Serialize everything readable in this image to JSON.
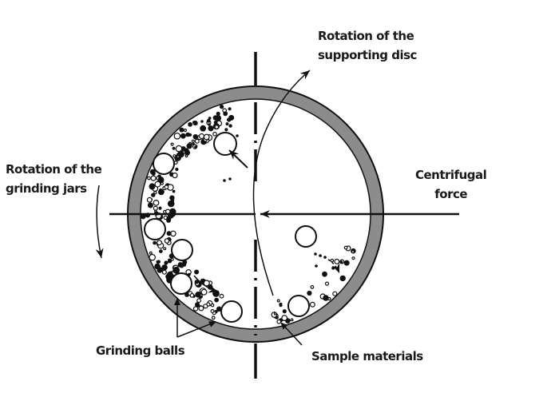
{
  "diagram": {
    "title": "Planetary ball mill grinding jar cross-section",
    "colors": {
      "ink": "#111111",
      "jar_wall": "#8c8c8c",
      "background": "#ffffff"
    },
    "labels": {
      "supporting_disc": [
        "Rotation of the",
        "supporting disc"
      ],
      "grinding_jars": [
        "Rotation of the",
        "grinding jars"
      ],
      "centrifugal": [
        "Centrifugal",
        "force"
      ],
      "grinding_balls": "Grinding balls",
      "sample_materials": "Sample materials"
    },
    "components": [
      {
        "name": "grinding-jar",
        "description": "circular jar with grey wall"
      },
      {
        "name": "vertical-axis",
        "description": "dash-dot vertical center line"
      },
      {
        "name": "horizontal-axis",
        "description": "horizontal center line with centrifugal force arrow"
      },
      {
        "name": "grinding-balls",
        "count": 8
      },
      {
        "name": "sample-materials",
        "description": "small particles packed along inner wall"
      },
      {
        "name": "supporting-disc-arc",
        "description": "curved arrow indicating disc rotation"
      },
      {
        "name": "jar-rotation-arrow",
        "description": "downward curved arrow left of jar"
      }
    ]
  }
}
